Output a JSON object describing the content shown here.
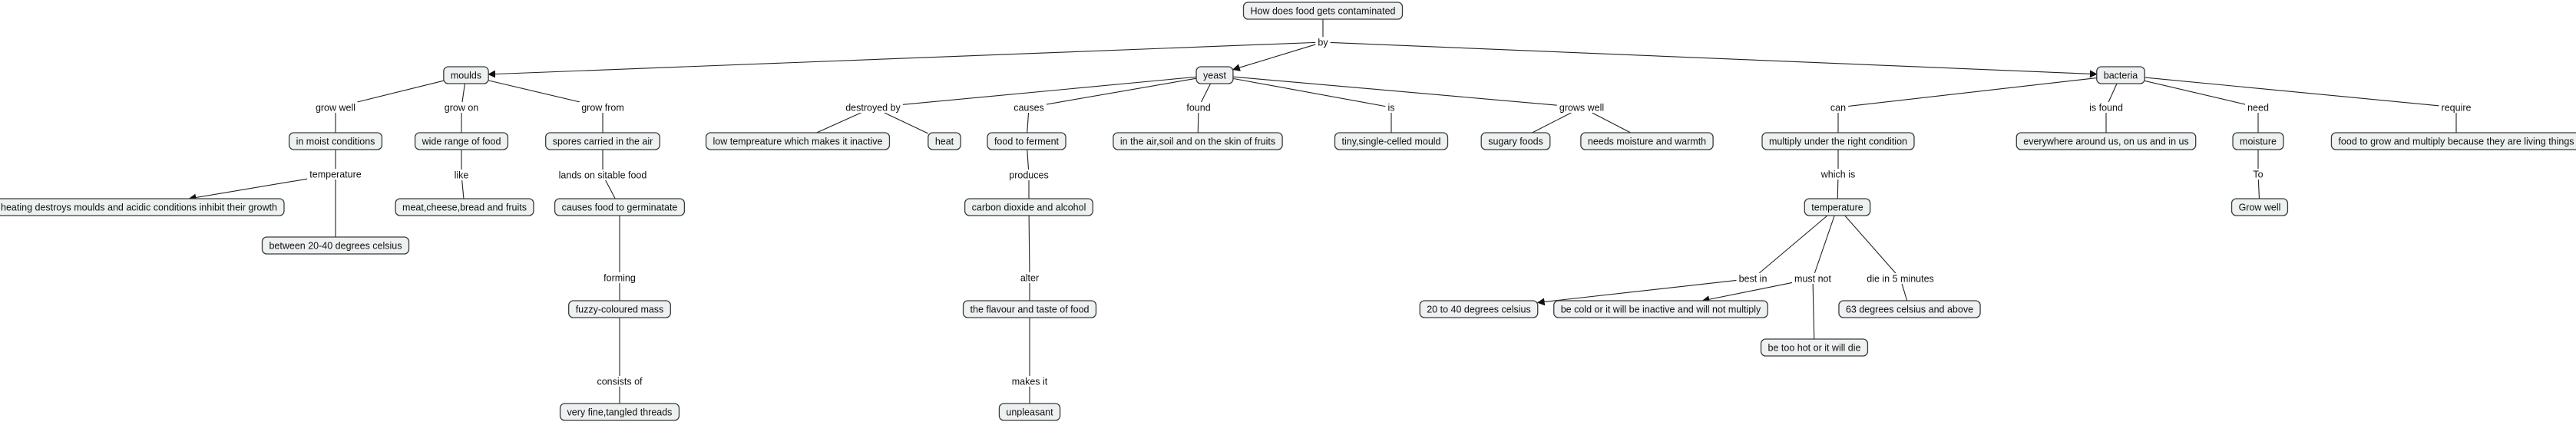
{
  "concepts": {
    "root": "How does food gets contaminated",
    "moulds": "moulds",
    "yeast": "yeast",
    "bacteria": "bacteria",
    "moist": "in moist conditions",
    "heating": "heating destroys moulds and acidic conditions inhibit their growth",
    "between2040": "between 20-40 degrees celsius",
    "widerange": "wide range of food",
    "meat": "meat,cheese,bread and fruits",
    "spores": "spores carried in the air",
    "germinate": "causes food to germinatate",
    "fuzzy": "fuzzy-coloured mass",
    "threads": "very fine,tangled threads",
    "lowtemp": "low tempreature which makes it inactive",
    "heat": "heat",
    "ferment": "food to ferment",
    "co2": "carbon dioxide and alcohol",
    "flavour": "the flavour and taste of food",
    "unpleasant": "unpleasant",
    "inair": "in the air,soil and on the skin of fruits",
    "tiny": "tiny,single-celled mould",
    "sugary": "sugary foods",
    "moisture_warmth": "needs moisture and warmth",
    "multiply": "multiply under the right condition",
    "temperature_b": "temperature",
    "t2040": "20 to 40 degrees celsius",
    "cold": "be cold or it will be inactive and will not multiply",
    "hot": "be too hot or it will die",
    "63deg": "63 degrees celsius and above",
    "everywhere": "everywhere around us, on us and in us",
    "moisture": "moisture",
    "growwell_node": "Grow well",
    "foodgrow": "food to grow and multiply because they are living things"
  },
  "link_labels": {
    "by": "by",
    "grow_well": "grow well",
    "temperature_m": "temperature",
    "grow_on": "grow on",
    "like": "like",
    "grow_from": "grow from",
    "lands_on": "lands on sitable food",
    "forming": "forming",
    "consists_of": "consists of",
    "destroyed_by": "destroyed by",
    "causes": "causes",
    "produces": "produces",
    "alter": "alter",
    "makes_it": "makes it",
    "found": "found",
    "is": "is",
    "grows_well": "grows well",
    "can": "can",
    "which_is": "which is",
    "best_in": "best in",
    "must_not": "must not",
    "die_in": "die in 5 minutes",
    "is_found": "is found",
    "need": "need",
    "to": "To",
    "require": "require"
  }
}
